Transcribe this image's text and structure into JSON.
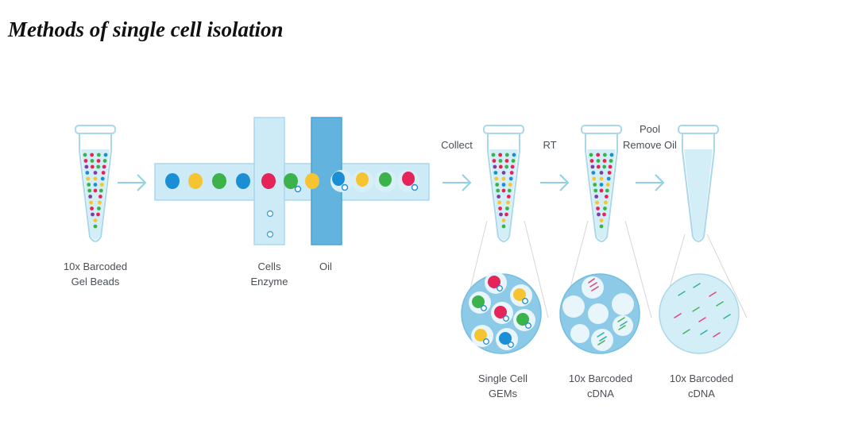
{
  "title": "Methods of single cell isolation",
  "labels": {
    "gel_beads_1": "10x Barcoded",
    "gel_beads_2": "Gel Beads",
    "cells": "Cells",
    "enzyme": "Enzyme",
    "oil": "Oil",
    "collect": "Collect",
    "rt": "RT",
    "pool": "Pool",
    "remove_oil": "Remove Oil",
    "gems_1": "Single Cell",
    "gems_2": "GEMs",
    "cdna_a_1": "10x Barcoded",
    "cdna_a_2": "cDNA",
    "cdna_b_1": "10x Barcoded",
    "cdna_b_2": "cDNA"
  },
  "colors": {
    "tube_fill": "#d4eef7",
    "tube_stroke": "#a9d8ea",
    "channel": "#cdebf6",
    "oil_channel": "#62b3de",
    "arrow": "#8fd0e6",
    "bead_blue": "#1b8fd6",
    "bead_yellow": "#f6c431",
    "bead_green": "#3bb24a",
    "bead_red": "#e5245a",
    "bead_purple": "#7b3fa0",
    "circle_fill": "#8ccae8",
    "droplet": "#e8f5fb",
    "cdna_pink": "#e2457d",
    "cdna_teal": "#2ab3a7",
    "cdna_green": "#46b45a"
  }
}
